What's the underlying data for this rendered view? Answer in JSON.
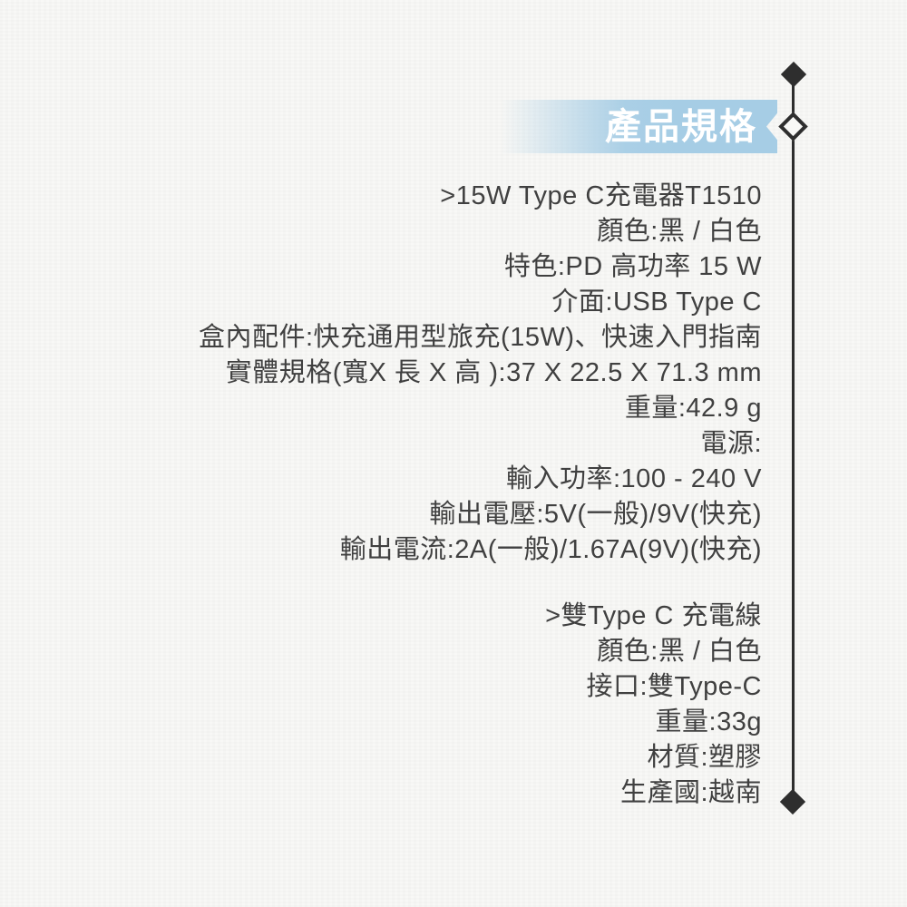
{
  "page": {
    "background_color": "#f8f8f6",
    "text_color": "#404040"
  },
  "header": {
    "title": "產品規格",
    "banner_color": "#a6cde5",
    "title_color": "#ffffff"
  },
  "timeline": {
    "color": "#2e2e2e",
    "top_icon": "filled-diamond",
    "header_icon": "outlined-diamond",
    "bottom_icon": "filled-diamond"
  },
  "sections": [
    {
      "lines": [
        ">15W Type C充電器T1510",
        "顏色:黑 / 白色",
        "特色:PD 高功率 15 W",
        "介面:USB Type C",
        "盒內配件:快充通用型旅充(15W)、快速入門指南",
        "實體規格(寬X 長 X 高 ):37 X 22.5 X 71.3 mm",
        "重量:42.9 g",
        "電源:",
        "輸入功率:100 - 240 V",
        "輸出電壓:5V(一般)/9V(快充)",
        "輸出電流:2A(一般)/1.67A(9V)(快充)"
      ]
    },
    {
      "lines": [
        ">雙Type C 充電線",
        "顏色:黑 / 白色",
        "接口:雙Type-C",
        "重量:33g",
        "材質:塑膠",
        "生產國:越南"
      ]
    }
  ]
}
